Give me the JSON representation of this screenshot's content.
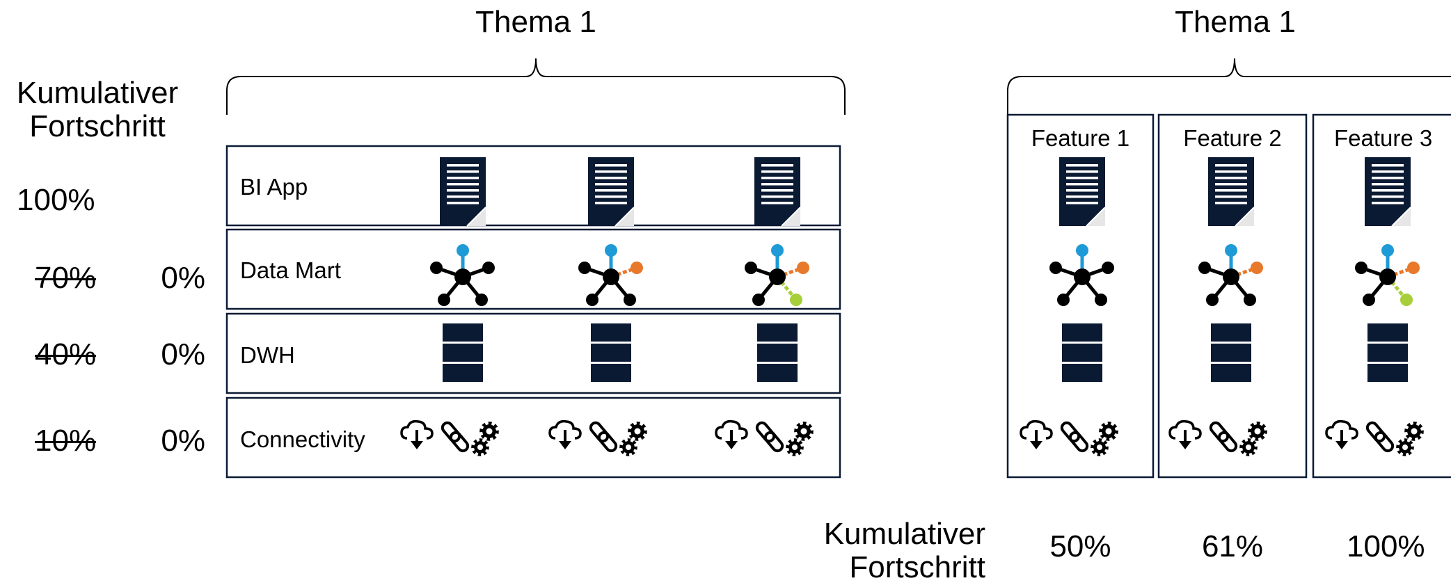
{
  "left_panel": {
    "title": "Thema 1",
    "progress_heading": "Kumulativer\nFortschritt",
    "layers": [
      {
        "name": "BI App",
        "previous": "",
        "current": "100%",
        "icon": "report-document-icon"
      },
      {
        "name": "Data Mart",
        "previous": "70%",
        "current": "0%",
        "icon": "star-schema-network-icon"
      },
      {
        "name": "DWH",
        "previous": "40%",
        "current": "0%",
        "icon": "database-stack-icon"
      },
      {
        "name": "Connectivity",
        "previous": "10%",
        "current": "0%",
        "icon": "cloud-download-link-gears-icon"
      }
    ]
  },
  "right_panel": {
    "title": "Thema 1",
    "features": [
      {
        "label": "Feature 1",
        "progress": "50%"
      },
      {
        "label": "Feature 2",
        "progress": "61%"
      },
      {
        "label": "Feature 3",
        "progress": "100%"
      }
    ],
    "progress_heading": "Kumulativer\nFortschritt"
  },
  "colors": {
    "navy": "#0b1a33",
    "blue": "#1e9ad6",
    "orange": "#e8782a",
    "green": "#a6cf3a",
    "black": "#000000"
  }
}
